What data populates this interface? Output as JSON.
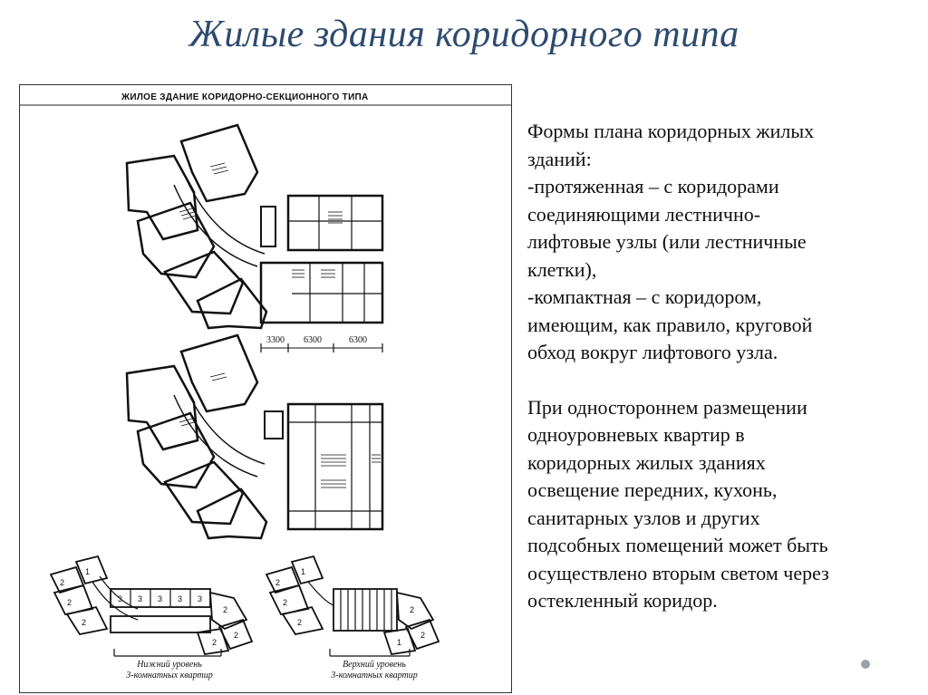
{
  "slide": {
    "title": "Жилые здания коридорного типа"
  },
  "figure": {
    "heading": "ЖИЛОЕ ЗДАНИЕ КОРИДОРНО-СЕКЦИОННОГО ТИПА",
    "dimensions": [
      "3300",
      "6300",
      "6300"
    ],
    "lower_left_caption": [
      "Нижний уровень",
      "3-комнатных квартир"
    ],
    "lower_right_caption": [
      "Верхний уровень",
      "3-комнатных квартир"
    ]
  },
  "text": {
    "paragraph1": [
      "Формы плана коридорных жилых",
      "зданий:",
      "-протяженная – с коридорами",
      "соединяющими лестнично-",
      "лифтовые узлы (или лестничные",
      "клетки),",
      "-компактная – с коридором,",
      "имеющим, как правило, круговой",
      "обход вокруг лифтового узла."
    ],
    "paragraph2": [
      "При одностороннем размещении",
      "одноуровневых квартир в",
      "коридорных жилых зданиях",
      "освещение передних, кухонь,",
      "санитарных узлов и других",
      "подсобных помещений может быть",
      "осуществлено вторым светом через",
      "остекленный коридор."
    ]
  }
}
